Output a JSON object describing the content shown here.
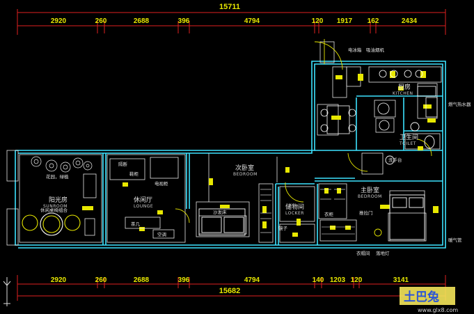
{
  "plan": {
    "top_total": "15711",
    "top_dims": [
      "2920",
      "260",
      "2688",
      "396",
      "4794",
      "120",
      "1917",
      "162",
      "2434"
    ],
    "bottom_total": "15682",
    "bottom_dims": [
      "2920",
      "260",
      "2688",
      "396",
      "4794",
      "140",
      "1203",
      "120",
      "3141"
    ],
    "rooms": {
      "sunroom_cn": "阳光房",
      "sunroom_en": "SUNROOM",
      "lounge_cn": "休闲厅",
      "lounge_en": "LOUNGE",
      "bedroom2_cn": "次卧室",
      "bedroom2_en": "BEDROOM",
      "locker_cn": "储物间",
      "locker_en": "LOCKER",
      "master_cn": "主卧室",
      "master_en": "BEDROOM",
      "kitchen_cn": "厨房",
      "kitchen_en": "KITCHEN",
      "toilet_cn": "卫生间",
      "toilet_en": "TOILET"
    },
    "labels": {
      "flower": "花园，绿植",
      "outdoor_seats": "休闲桌椅组合",
      "sofa": "沙发床",
      "gas_heater": "燃气热水器",
      "fridge": "电冰箱",
      "range_hood": "吸油烟机",
      "cabinet": "衣柜",
      "shoe_cab": "鞋柜",
      "tv_cab": "电视柜",
      "ac": "空调",
      "tea_table": "茶几",
      "divider": "隔断",
      "mirror": "镜子",
      "sliding_door": "推拉门",
      "wardrobe": "衣帽间",
      "bed_lamp": "落地灯",
      "pipe": "暖气管",
      "wash": "洗手台"
    },
    "watermark": {
      "brand": "土巴兔",
      "url": "www.glx8.com"
    }
  }
}
